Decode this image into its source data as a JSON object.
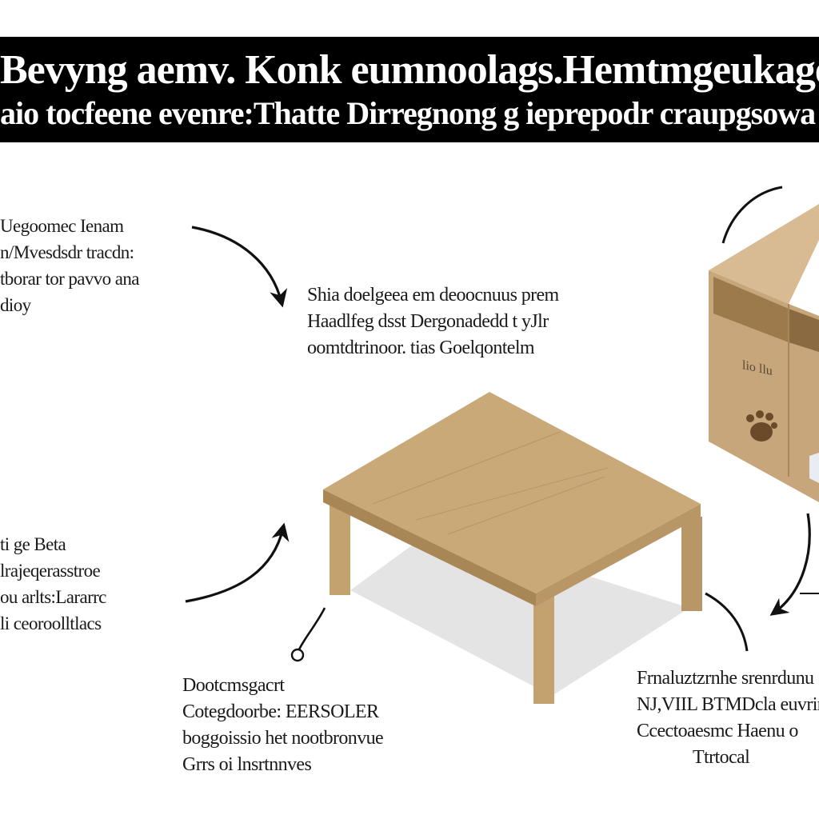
{
  "title": {
    "line1": "Bevyng aemv. Konk eumnoolags.Hemtmgeukagen Enr",
    "line2": "aio tocfeene evenre:Thatte Dirregnong g ieprepodr craupgsowa"
  },
  "notes": {
    "top_left": [
      "Uegoomec Ienam",
      "n/Mvesdsdr tracdn:",
      "tborar tor pavvo ana",
      "dioy"
    ],
    "top_center": [
      "Shia doelgeea em deoocnuus prem",
      "Haadlfeg dsst Dergonadedd t yJlr",
      "oomtdtrinoor. tias Goelqontelm"
    ],
    "mid_left": [
      "ti ge Beta",
      "lrajeqerasstroe",
      "ou arlts:Lararrc",
      "li ceoroolltlacs"
    ],
    "bottom_left": [
      "Dootcmsgacrt",
      "Cotegdoorbe: EERSOLER",
      "boggoissio het nootbronvue",
      "Grrs oi lnsrtnnves"
    ],
    "bottom_right": [
      "Frnaluztzrnhe srenrdunu",
      "NJ,VIIL BTMDcla euvrir",
      "Ccectoaesmc Haenu o",
      "Ttrtocal"
    ]
  },
  "box_label": "lio llu",
  "colors": {
    "band": "#000000",
    "wood_top": "#c9a978",
    "wood_edge": "#a88655",
    "wood_leg": "#c4a26f",
    "shadow": "#e4e4e4",
    "box_front": "#c7a67c",
    "box_side": "#b08c5d",
    "box_top": "#d8bb92",
    "arrow": "#111111"
  },
  "icons": [
    "curved-arrow-icon",
    "pin-marker-icon",
    "paw-print-icon"
  ]
}
